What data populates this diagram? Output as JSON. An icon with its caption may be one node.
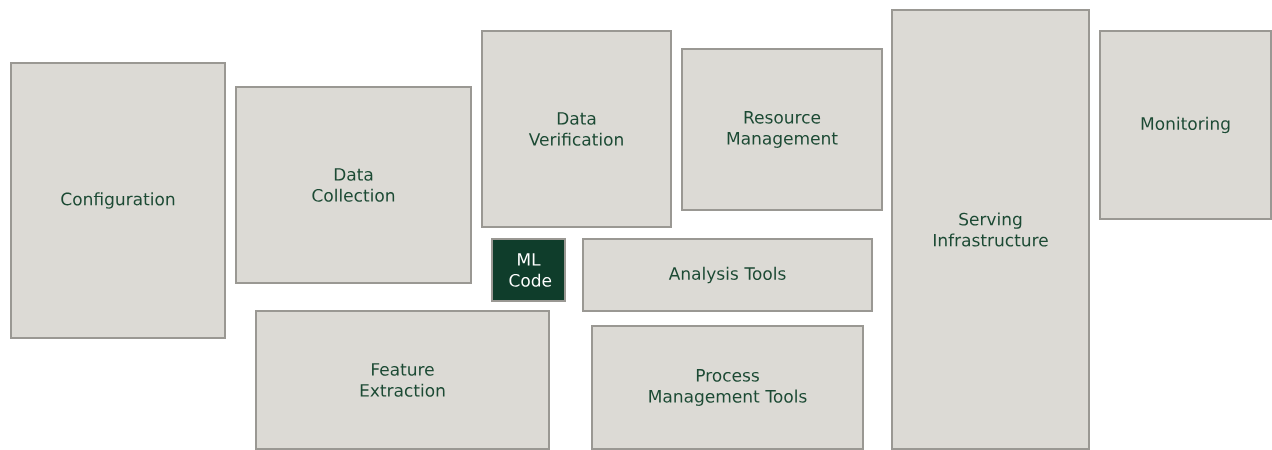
{
  "diagram": {
    "nodes": [
      {
        "text": [
          "Configuration"
        ]
      },
      {
        "text": [
          "Data Collection"
        ]
      },
      {
        "text": [
          "Data Verification"
        ]
      },
      {
        "text": [
          "Resource Management"
        ]
      },
      {
        "text": [
          "Serving Infrastructure"
        ]
      },
      {
        "text": [
          "Monitoring"
        ]
      },
      {
        "text": [
          "ML Code"
        ]
      },
      {
        "text": [
          "Analysis Tools"
        ]
      },
      {
        "text": [
          "Feature Extraction"
        ]
      },
      {
        "text": [
          "Process Management Tools"
        ]
      }
    ]
  }
}
